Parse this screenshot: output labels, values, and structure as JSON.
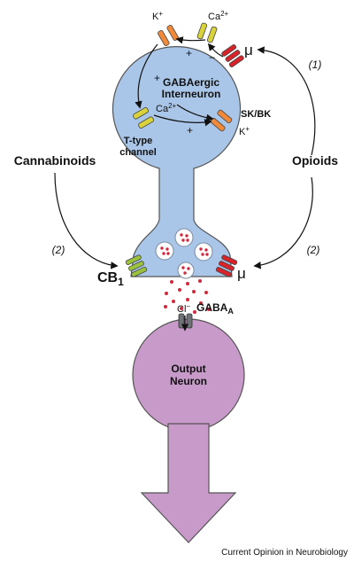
{
  "labels": {
    "interneuron_line1": "GABAergic",
    "interneuron_line2": "Interneuron",
    "k_top": "K",
    "k_top_sup": "+",
    "ca_top": "Ca",
    "ca_top_sup": "2+",
    "mu_top": "μ",
    "ca_inner": "Ca",
    "ca_inner_sup": "2+",
    "sk_bk": "SK/BK",
    "k_right": "K",
    "k_right_sup": "+",
    "ttype_line1": "T-type",
    "ttype_line2": "channel",
    "plus_1": "+",
    "plus_2": "+",
    "plus_3": "+",
    "minus": "−",
    "cannabinoids": "Cannabinoids",
    "opioids": "Opioids",
    "path_1": "(1)",
    "path_2_left": "(2)",
    "path_2_right": "(2)",
    "cb1": "CB",
    "cb1_sub": "1",
    "mu_bottom": "μ",
    "cl": "Cl",
    "cl_sup": "−",
    "gaba_a": "GABA",
    "gaba_a_sub": "A",
    "output_line1": "Output",
    "output_line2": "Neuron",
    "credit": "Current Opinion in Neurobiology"
  },
  "colors": {
    "interneuron_fill": "#a9c6e8",
    "output_fill": "#c79ac9",
    "mu_receptor": "#d8232a",
    "cb1_receptor": "#9bc23c",
    "ca_channel": "#d9d23a",
    "k_channel": "#f08a3a",
    "gaba_channel": "#6f7276",
    "vesicle_dot": "#d0283c"
  }
}
